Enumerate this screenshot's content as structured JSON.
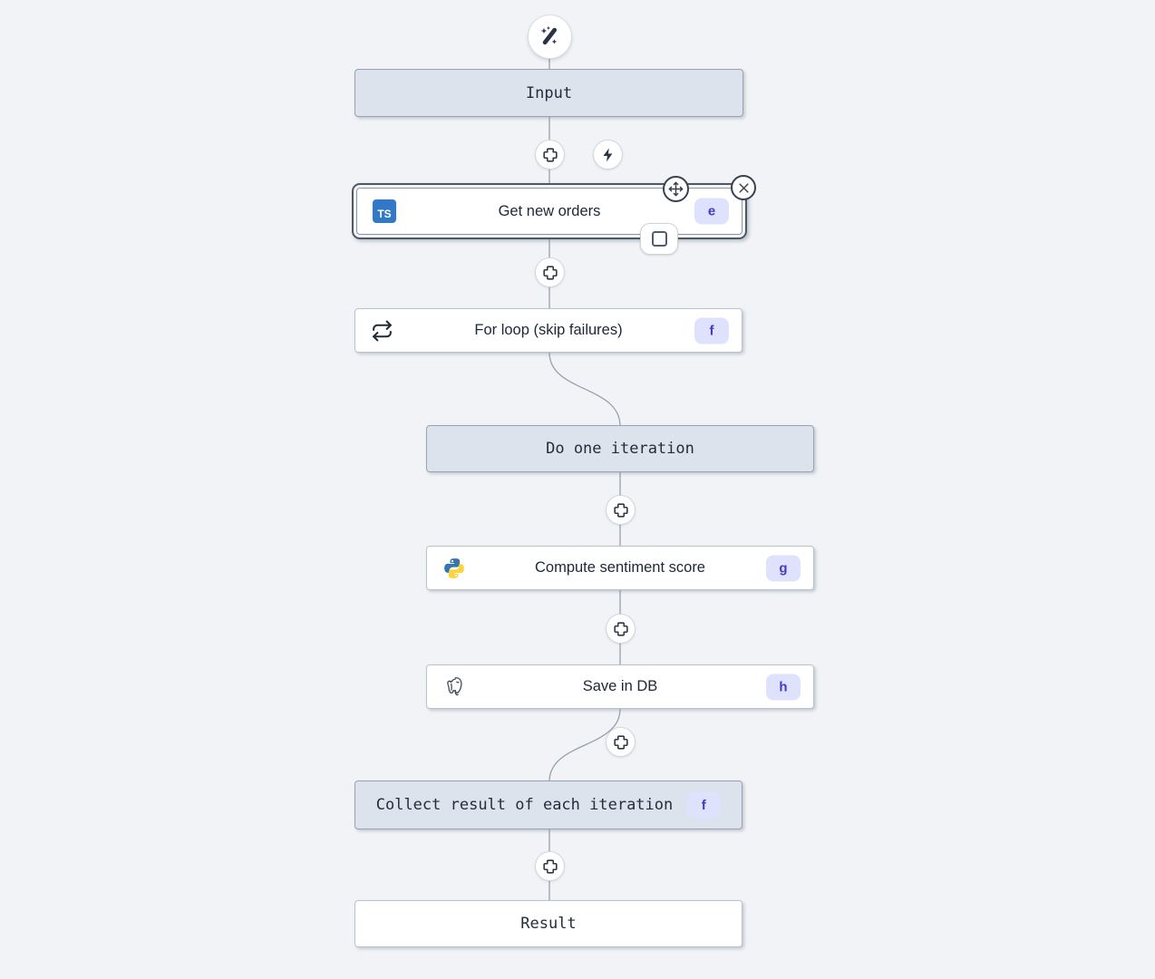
{
  "flow": {
    "trigger": {
      "icon": "wand-sparkles-icon"
    },
    "nodes": {
      "input": {
        "label": "Input",
        "type": "virtual"
      },
      "get_new_orders": {
        "label": "Get new orders",
        "badge": "e",
        "icon": "typescript-icon",
        "icon_text": "TS",
        "selected": true
      },
      "for_loop": {
        "label": "For loop (skip failures)",
        "badge": "f",
        "icon": "repeat-icon"
      },
      "do_one_iteration": {
        "label": "Do one iteration",
        "type": "virtual"
      },
      "compute_sentiment_score": {
        "label": "Compute sentiment score",
        "badge": "g",
        "icon": "python-icon"
      },
      "save_in_db": {
        "label": "Save in DB",
        "badge": "h",
        "icon": "postgresql-icon"
      },
      "collect_result": {
        "label": "Collect result of each iteration",
        "badge": "f",
        "type": "virtual"
      },
      "result": {
        "label": "Result",
        "type": "virtual"
      }
    },
    "colors": {
      "canvas_bg": "#f1f3f6",
      "virtual_node_bg": "#dce3ed",
      "action_node_bg": "#ffffff",
      "selection_border": "#4e5864",
      "badge_bg": "#dfe2fc",
      "badge_text": "#4338ca",
      "typescript_blue": "#3178c6",
      "edge_line": "#98a0aa",
      "icon_dark": "#2b3444"
    }
  }
}
